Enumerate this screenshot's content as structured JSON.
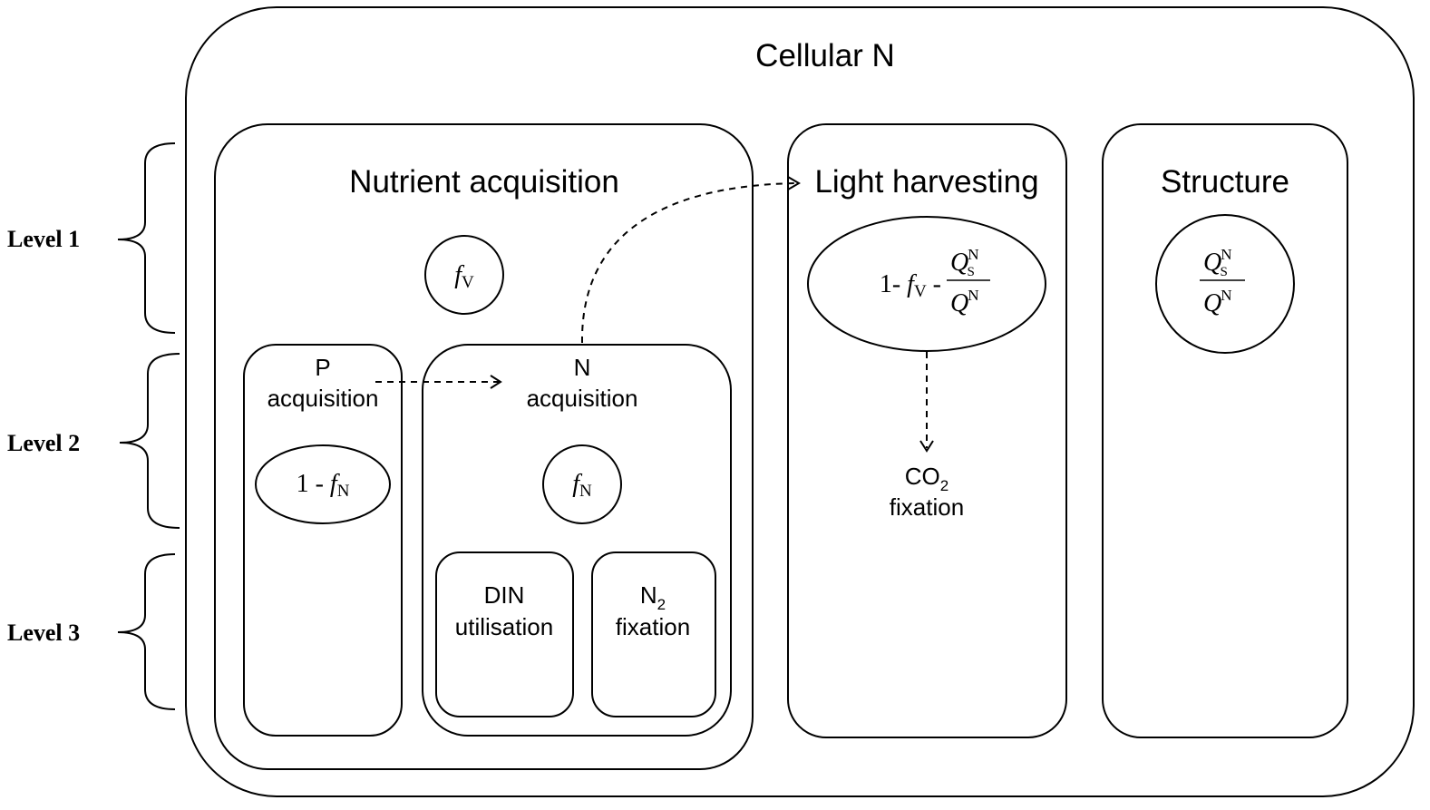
{
  "levels": {
    "level1": "Level 1",
    "level2": "Level 2",
    "level3": "Level 3"
  },
  "cellular_n": {
    "title": "Cellular N"
  },
  "nutrient_acquisition": {
    "title": "Nutrient acquisition",
    "fraction_symbol": "f",
    "fraction_sub": "V"
  },
  "p_acquisition": {
    "line1": "P",
    "line2": "acquisition",
    "expr_prefix": "1 - ",
    "expr_symbol": "f",
    "expr_sub": "N"
  },
  "n_acquisition": {
    "line1": "N",
    "line2": "acquisition",
    "fraction_symbol": "f",
    "fraction_sub": "N"
  },
  "din_utilisation": {
    "line1": "DIN",
    "line2": "utilisation"
  },
  "n2_fixation": {
    "line1_main": "N",
    "line1_sub": "2",
    "line2": "fixation"
  },
  "light_harvesting": {
    "title": "Light harvesting",
    "expr_prefix": "1- ",
    "expr_symbol": "f",
    "expr_sub": "V",
    "expr_minus": " - ",
    "num_symbol": "Q",
    "num_sub": "S",
    "num_sup": "N",
    "den_symbol": "Q",
    "den_sup": "N"
  },
  "co2_fixation": {
    "line1_main": "CO",
    "line1_sub": "2",
    "line2": "fixation"
  },
  "structure": {
    "title": "Structure",
    "num_symbol": "Q",
    "num_sub": "S",
    "num_sup": "N",
    "den_symbol": "Q",
    "den_sup": "N"
  }
}
